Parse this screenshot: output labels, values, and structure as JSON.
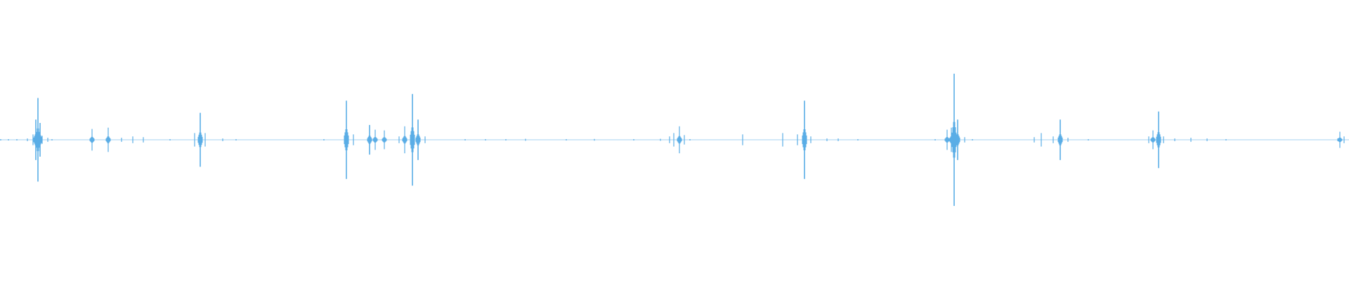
{
  "waveform": {
    "color": "#5aade6",
    "peaks": [
      {
        "t": 0.0,
        "a": 0.004
      },
      {
        "t": 0.006,
        "a": 0.004
      },
      {
        "t": 0.012,
        "a": 0.003
      },
      {
        "t": 0.02,
        "a": 0.02
      },
      {
        "t": 0.024,
        "a": 0.08
      },
      {
        "t": 0.026,
        "a": 0.3
      },
      {
        "t": 0.0275,
        "a": 0.62
      },
      {
        "t": 0.029,
        "a": 0.25
      },
      {
        "t": 0.031,
        "a": 0.06
      },
      {
        "t": 0.035,
        "a": 0.03
      },
      {
        "t": 0.038,
        "a": 0.01
      },
      {
        "t": 0.068,
        "a": 0.16
      },
      {
        "t": 0.08,
        "a": 0.18
      },
      {
        "t": 0.09,
        "a": 0.03
      },
      {
        "t": 0.098,
        "a": 0.05
      },
      {
        "t": 0.106,
        "a": 0.04
      },
      {
        "t": 0.126,
        "a": 0.01
      },
      {
        "t": 0.144,
        "a": 0.1
      },
      {
        "t": 0.148,
        "a": 0.4
      },
      {
        "t": 0.152,
        "a": 0.1
      },
      {
        "t": 0.165,
        "a": 0.02
      },
      {
        "t": 0.175,
        "a": 0.01
      },
      {
        "t": 0.24,
        "a": 0.01
      },
      {
        "t": 0.257,
        "a": 0.58
      },
      {
        "t": 0.262,
        "a": 0.08
      },
      {
        "t": 0.274,
        "a": 0.22
      },
      {
        "t": 0.278,
        "a": 0.15
      },
      {
        "t": 0.285,
        "a": 0.14
      },
      {
        "t": 0.296,
        "a": 0.05
      },
      {
        "t": 0.3,
        "a": 0.2
      },
      {
        "t": 0.306,
        "a": 0.68
      },
      {
        "t": 0.31,
        "a": 0.3
      },
      {
        "t": 0.315,
        "a": 0.05
      },
      {
        "t": 0.345,
        "a": 0.01
      },
      {
        "t": 0.36,
        "a": 0.01
      },
      {
        "t": 0.375,
        "a": 0.01
      },
      {
        "t": 0.39,
        "a": 0.015
      },
      {
        "t": 0.42,
        "a": 0.01
      },
      {
        "t": 0.441,
        "a": 0.012
      },
      {
        "t": 0.47,
        "a": 0.01
      },
      {
        "t": 0.49,
        "a": 0.015
      },
      {
        "t": 0.497,
        "a": 0.05
      },
      {
        "t": 0.5,
        "a": 0.1
      },
      {
        "t": 0.504,
        "a": 0.2
      },
      {
        "t": 0.508,
        "a": 0.07
      },
      {
        "t": 0.512,
        "a": 0.01
      },
      {
        "t": 0.551,
        "a": 0.08
      },
      {
        "t": 0.581,
        "a": 0.1
      },
      {
        "t": 0.592,
        "a": 0.08
      },
      {
        "t": 0.597,
        "a": 0.58
      },
      {
        "t": 0.602,
        "a": 0.05
      },
      {
        "t": 0.614,
        "a": 0.02
      },
      {
        "t": 0.622,
        "a": 0.02
      },
      {
        "t": 0.637,
        "a": 0.01
      },
      {
        "t": 0.694,
        "a": 0.01
      },
      {
        "t": 0.703,
        "a": 0.15
      },
      {
        "t": 0.706,
        "a": 0.18
      },
      {
        "t": 0.7085,
        "a": 0.98
      },
      {
        "t": 0.711,
        "a": 0.3
      },
      {
        "t": 0.716,
        "a": 0.04
      },
      {
        "t": 0.722,
        "a": 0.01
      },
      {
        "t": 0.768,
        "a": 0.04
      },
      {
        "t": 0.773,
        "a": 0.1
      },
      {
        "t": 0.782,
        "a": 0.05
      },
      {
        "t": 0.787,
        "a": 0.3
      },
      {
        "t": 0.793,
        "a": 0.03
      },
      {
        "t": 0.808,
        "a": 0.01
      },
      {
        "t": 0.853,
        "a": 0.05
      },
      {
        "t": 0.856,
        "a": 0.14
      },
      {
        "t": 0.86,
        "a": 0.42
      },
      {
        "t": 0.864,
        "a": 0.05
      },
      {
        "t": 0.872,
        "a": 0.02
      },
      {
        "t": 0.884,
        "a": 0.03
      },
      {
        "t": 0.896,
        "a": 0.02
      },
      {
        "t": 0.91,
        "a": 0.01
      },
      {
        "t": 0.993,
        "a": 0.02
      },
      {
        "t": 0.995,
        "a": 0.12
      },
      {
        "t": 0.998,
        "a": 0.05
      }
    ]
  }
}
